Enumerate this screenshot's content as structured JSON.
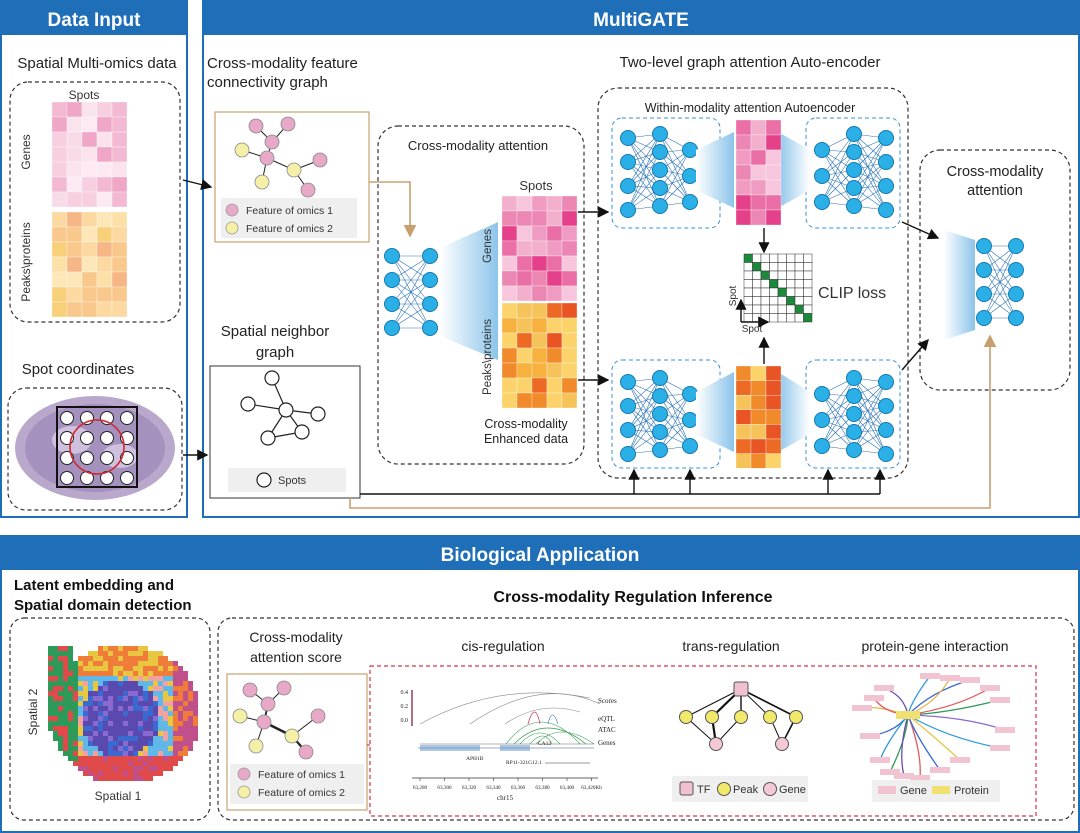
{
  "headers": {
    "data_input": "Data Input",
    "multigate": "MultiGATE",
    "bio_app": "Biological Application"
  },
  "data_input": {
    "spatial_title": "Spatial Multi-omics data",
    "spots_label": "Spots",
    "genes_label": "Genes",
    "peaks_label": "Peaks\\proteins",
    "coords_title": "Spot coordinates"
  },
  "multigate": {
    "feature_graph_title_1": "Cross-modality feature",
    "feature_graph_title_2": "connectivity graph",
    "legend_omics1": "Feature of omics 1",
    "legend_omics2": "Feature of omics 2",
    "spatial_graph_title_1": "Spatial neighbor",
    "spatial_graph_title_2": "graph",
    "spots_legend": "Spots",
    "cross_attention_title": "Cross-modality attention",
    "spots_label": "Spots",
    "genes_label": "Genes",
    "peaks_label": "Peaks\\proteins",
    "enhanced_1": "Cross-modality",
    "enhanced_2": "Enhanced data",
    "two_level_title": "Two-level graph attention Auto-encoder",
    "within_title": "Within-modality attention Autoencoder",
    "clip_loss": "CLIP loss",
    "spot_axis_y": "Spot",
    "spot_axis_x": "Spot",
    "cross_attention_right_1": "Cross-modality",
    "cross_attention_right_2": "attention"
  },
  "bio": {
    "latent_1": "Latent embedding and",
    "latent_2": "Spatial domain detection",
    "spatial_1": "Spatial 1",
    "spatial_2": "Spatial 2",
    "regulation_title": "Cross-modality Regulation Inference",
    "score_title_1": "Cross-modality",
    "score_title_2": "attention score",
    "legend_omics1": "Feature of omics 1",
    "legend_omics2": "Feature of omics 2",
    "cis_title": "cis-regulation",
    "trans_title": "trans-regulation",
    "pgi_title": "protein-gene interaction",
    "track_scores": "Scores",
    "track_eqtl": "eQTL",
    "track_atac": "ATAC",
    "track_genes": "Genes",
    "gene_aph1b": "APH1B",
    "gene_ca12": "CA12",
    "gene_rp11": "RP11-321G12.1",
    "chr_label": "chr15",
    "y_ticks": [
      "0.4",
      "0.2",
      "0.0"
    ],
    "x_ticks": [
      "63,280",
      "63,300",
      "63,320",
      "63,340",
      "63,360",
      "63,380",
      "63,400",
      "63,420Kb"
    ],
    "tf_label": "TF",
    "peak_label": "Peak",
    "gene_label": "Gene",
    "pgi_gene": "Gene",
    "pgi_protein": "Protein"
  },
  "colors": {
    "header_blue": "#1f6eb8",
    "node_blue": "#2ab0e6",
    "omics1_pink": "#e8a8c8",
    "omics2_yellow": "#f5f0a8",
    "arrow_gold": "#c8a070",
    "dash_red": "#d6334a",
    "clip_green": "#1a8a3a"
  }
}
